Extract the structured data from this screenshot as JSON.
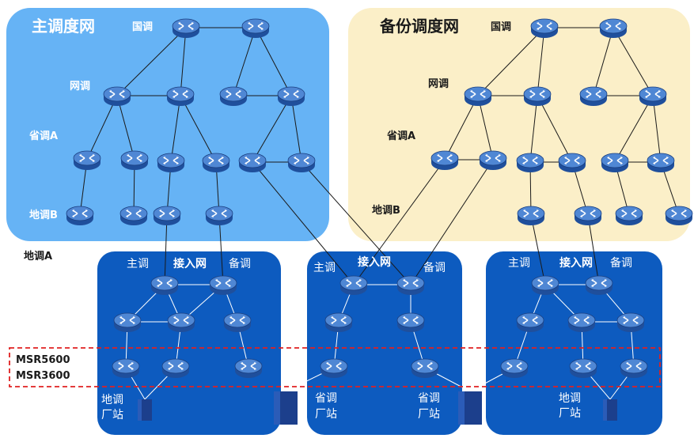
{
  "colors": {
    "main_panel": "#66b3f5",
    "backup_panel": "#fbefc8",
    "access_panel": "#0d5bbf",
    "router_body": "#1f4f9c",
    "router_top": "#4f87d4",
    "highlight_box": "#e02020",
    "server": "#1c3f8c"
  },
  "main": {
    "title": "主调度网",
    "levels": {
      "national": "国调",
      "grid": "网调",
      "province": "省调A",
      "district_b": "地调B"
    }
  },
  "backup": {
    "title": "备份调度网",
    "levels": {
      "national": "国调",
      "grid": "网调",
      "province": "省调A",
      "district_b": "地调B"
    }
  },
  "outside_label": "地调A",
  "access": [
    {
      "main_label": "主调",
      "title": "接入网",
      "backup_label": "备调",
      "site": [
        "地调",
        "厂站"
      ]
    },
    {
      "main_label": "主调",
      "title": "接入网",
      "backup_label": "备调",
      "site_left": [
        "省调",
        "厂站"
      ],
      "site_right": [
        "省调",
        "厂站"
      ]
    },
    {
      "main_label": "主调",
      "title": "接入网",
      "backup_label": "备调",
      "site": [
        "地调",
        "厂站"
      ]
    }
  ],
  "highlight": {
    "line1": "MSR5600",
    "line2": "MSR3600"
  },
  "router_icon": "router-icon",
  "server_icon": "server-icon"
}
